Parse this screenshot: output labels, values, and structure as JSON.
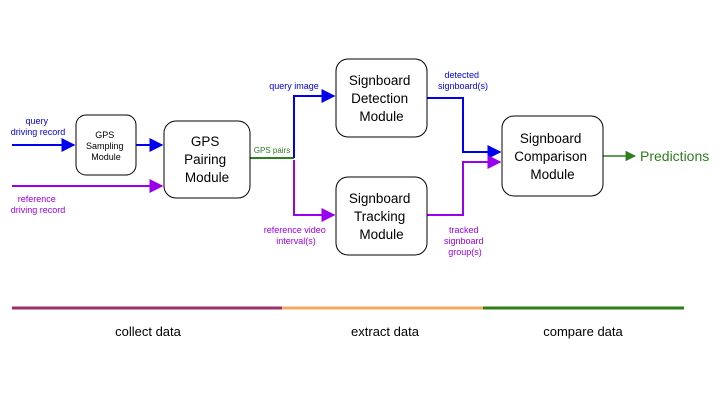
{
  "modules": {
    "gps_sampling": [
      "GPS",
      "Sampling",
      "Module"
    ],
    "gps_pairing": [
      "GPS",
      "Pairing",
      "Module"
    ],
    "signboard_detection": [
      "Signboard",
      "Detection",
      "Module"
    ],
    "signboard_tracking": [
      "Signboard",
      "Tracking",
      "Module"
    ],
    "signboard_comparison": [
      "Signboard",
      "Comparison",
      "Module"
    ]
  },
  "edge_labels": {
    "query_driving_record": [
      "query",
      "driving record"
    ],
    "reference_driving_record": [
      "reference",
      "driving record"
    ],
    "gps_pairs": "GPS pairs",
    "query_image": "query image",
    "reference_video_interval": [
      "reference video",
      "interval(s)"
    ],
    "detected_signboards": [
      "detected",
      "signboard(s)"
    ],
    "tracked_signboard_groups": [
      "tracked",
      "signboard",
      "group(s)"
    ]
  },
  "output_label": "Predictions",
  "stages": [
    "collect data",
    "extract data",
    "compare data"
  ],
  "colors": {
    "query": "#0000ee",
    "reference": "#9900ee",
    "gps_pairs": "#2e7d1e",
    "output": "#2e7d1e",
    "stage_collect": "#9c2f6a",
    "stage_extract": "#f0a860",
    "stage_compare": "#2d7d1a",
    "box_stroke": "#000000"
  }
}
